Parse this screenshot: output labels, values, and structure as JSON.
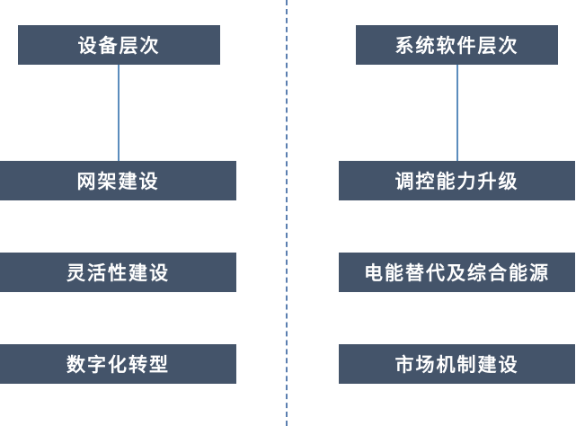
{
  "left": {
    "header": "设备层次",
    "items": [
      "网架建设",
      "灵活性建设",
      "数字化转型"
    ]
  },
  "right": {
    "header": "系统软件层次",
    "items": [
      "调控能力升级",
      "电能替代及综合能源",
      "市场机制建设"
    ]
  },
  "colors": {
    "box_fill": "#44546a",
    "box_text": "#ffffff",
    "connector": "#5b8dbd",
    "divider": "#5b7fb0"
  }
}
